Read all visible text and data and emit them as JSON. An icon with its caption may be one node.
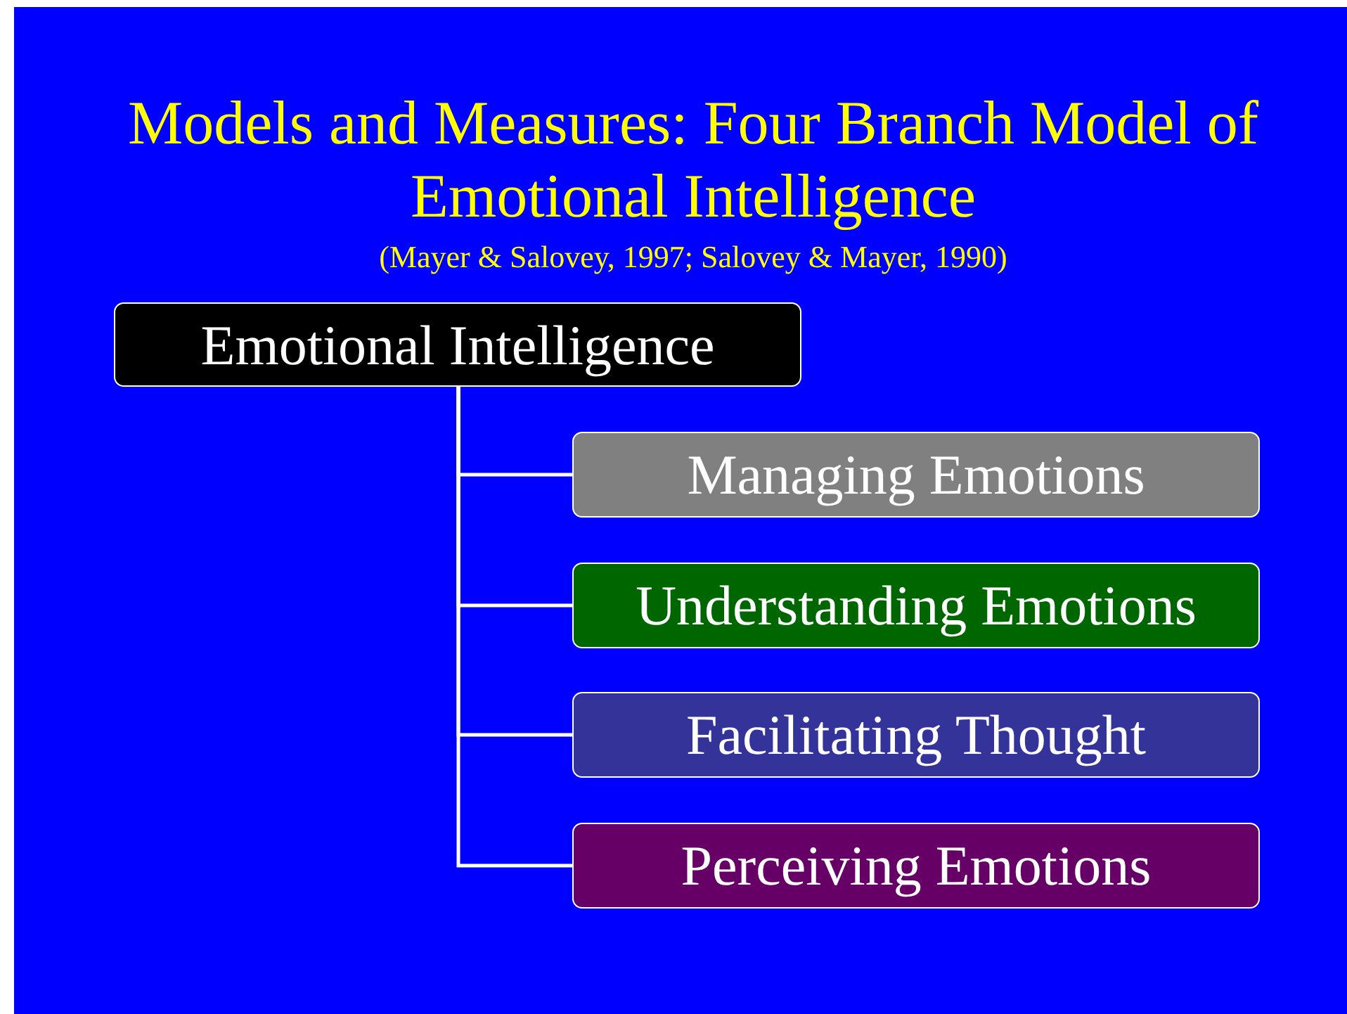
{
  "diagram": {
    "title": "Models and Measures: Four Branch Model of Emotional Intelligence",
    "nodes": [
      {
        "text": [
          "Emotional Intelligence"
        ]
      },
      {
        "text": [
          "Managing Emotions"
        ]
      },
      {
        "text": [
          "Understanding Emotions"
        ]
      },
      {
        "text": [
          "Facilitating Thought"
        ]
      },
      {
        "text": [
          "Perceiving Emotions"
        ]
      }
    ],
    "edges": [
      {
        "from": 0,
        "to": 1,
        "arrow": "none"
      },
      {
        "from": 0,
        "to": 2,
        "arrow": "none"
      },
      {
        "from": 0,
        "to": 3,
        "arrow": "none"
      },
      {
        "from": 0,
        "to": 4,
        "arrow": "none"
      }
    ],
    "labels": [
      "(Mayer & Salovey, 1997; Salovey & Mayer, 1990)"
    ]
  }
}
